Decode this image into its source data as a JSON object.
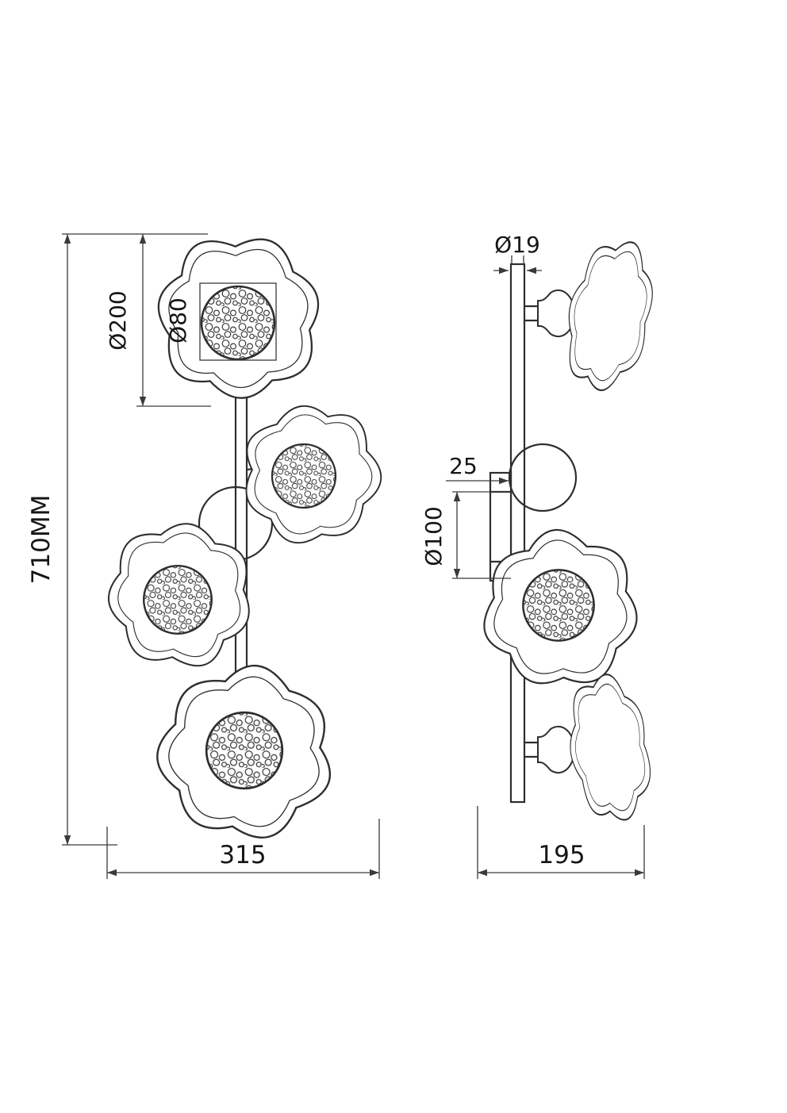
{
  "dimensions": {
    "front": {
      "height": "710MM",
      "shade_diameter": "Ø200",
      "ball_diameter": "Ø80",
      "width": "315"
    },
    "side": {
      "rod_diameter": "Ø19",
      "bracket_depth": "25",
      "canopy_diameter": "Ø100",
      "depth": "195"
    }
  },
  "colors": {
    "line": "#2e2e2e",
    "dimension": "#3a3a3a",
    "background": "#ffffff"
  }
}
